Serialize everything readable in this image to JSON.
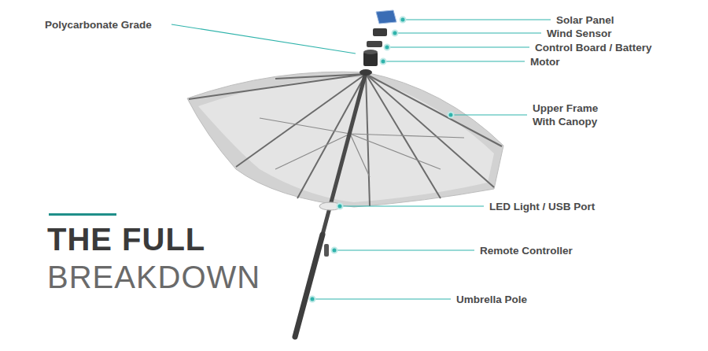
{
  "diagram": {
    "title": "THE FULL BREAKDOWN",
    "labels": [
      "Polycarbonate Grade",
      "Solar Panel",
      "Wind Sensor",
      "Control Board / Battery",
      "Motor",
      "Upper Frame With Canopy",
      "LED Light / USB Port",
      "Remote Controller",
      "Umbrella Pole"
    ]
  }
}
